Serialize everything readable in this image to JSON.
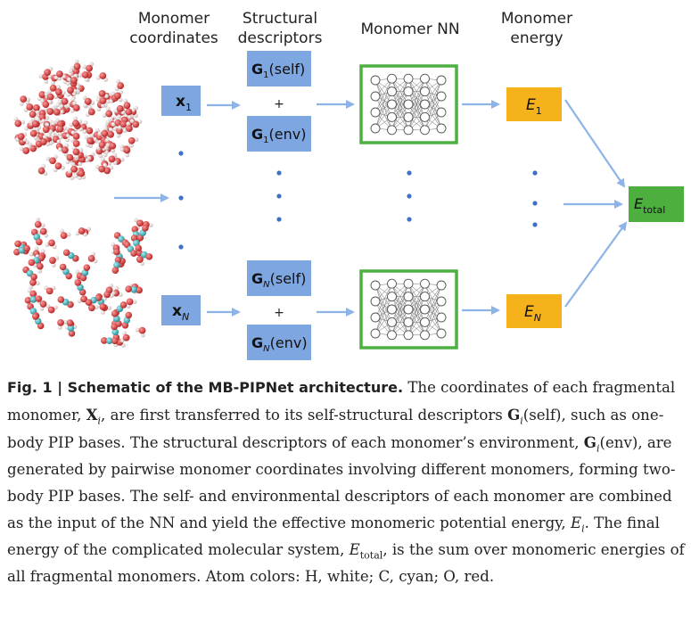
{
  "headers": {
    "coords_line1": "Monomer",
    "coords_line2": "coordinates",
    "desc_line1": "Structural",
    "desc_line2": "descriptors",
    "nn": "Monomer NN",
    "energy_line1": "Monomer",
    "energy_line2": "energy"
  },
  "inputs": {
    "x1_base": "x",
    "x1_sub": "1",
    "xn_base": "x",
    "xn_sub": "N"
  },
  "descriptors": {
    "g_base": "G",
    "sub1": "1",
    "subN": "N",
    "self": "(self)",
    "env": "(env)",
    "plus": "+"
  },
  "energies": {
    "e1_base": "E",
    "e1_sub": "1",
    "en_base": "E",
    "en_sub": "N",
    "total_base": "E",
    "total_sub": "total"
  },
  "caption": {
    "label": "Fig. 1 | Schematic of the MB-PIPNet architecture.",
    "t1": " The coordinates of each fragmental monomer, ",
    "X": "X",
    "i": "i",
    "t2": ", are first transferred to its self-structural descriptors ",
    "G": "G",
    "self": "(self)",
    "t3": ", such as one-body PIP bases. The structural descriptors of each monomer’s environment, ",
    "env": "(env)",
    "t4": ", are generated by pairwise monomer coordinates involving different monomers, forming two-body PIP bases. The self- and environmental descriptors of each monomer are combined as the input of the NN and yield the effective monomeric potential energy, ",
    "E": "E",
    "t5": ". The final energy of the complicated molecular system, ",
    "total": "total",
    "t6": ", is the sum over monomeric energies of all fragmental monomers. Atom colors: H, white; C, cyan; O, red."
  },
  "colors": {
    "blue_box": "#7ea6e0",
    "green_box": "#4caf3e",
    "orange_box": "#f6b21b",
    "arrow": "#8db3e8",
    "dot": "#3f72c4",
    "nn_border": "#4fb042",
    "oxygen": "#d84040",
    "hydrogen": "#f2e6e6",
    "carbon": "#3fb6c0"
  }
}
